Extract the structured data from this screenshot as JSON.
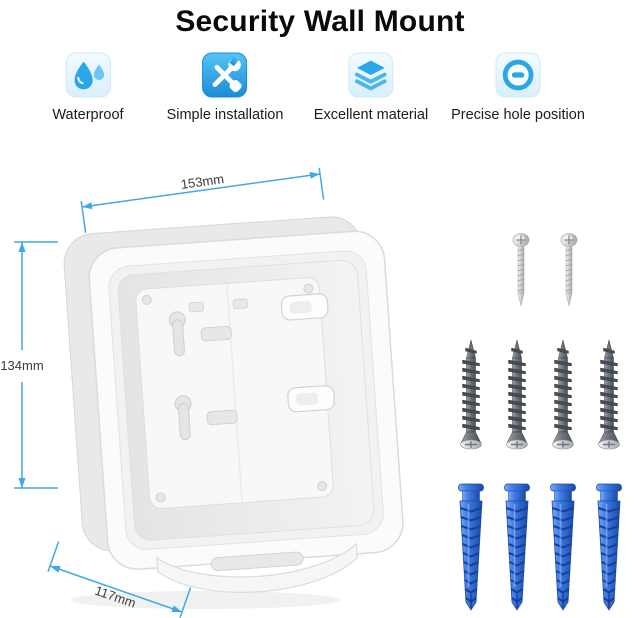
{
  "title": "Security Wall Mount",
  "features": [
    {
      "label": "Waterproof"
    },
    {
      "label": "Simple installation"
    },
    {
      "label": "Excellent material"
    },
    {
      "label": "Precise hole position"
    }
  ],
  "dimensions": {
    "width": "153mm",
    "height": "134mm",
    "depth": "117mm"
  },
  "hardware": {
    "small_screws": 2,
    "large_screws": 4,
    "wall_anchors": 4
  },
  "colors": {
    "accent": "#2ba6e9",
    "dimension_line": "#41a8e8",
    "anchor_blue": "#2f6fd8",
    "title_text": "#0a0a0a"
  }
}
